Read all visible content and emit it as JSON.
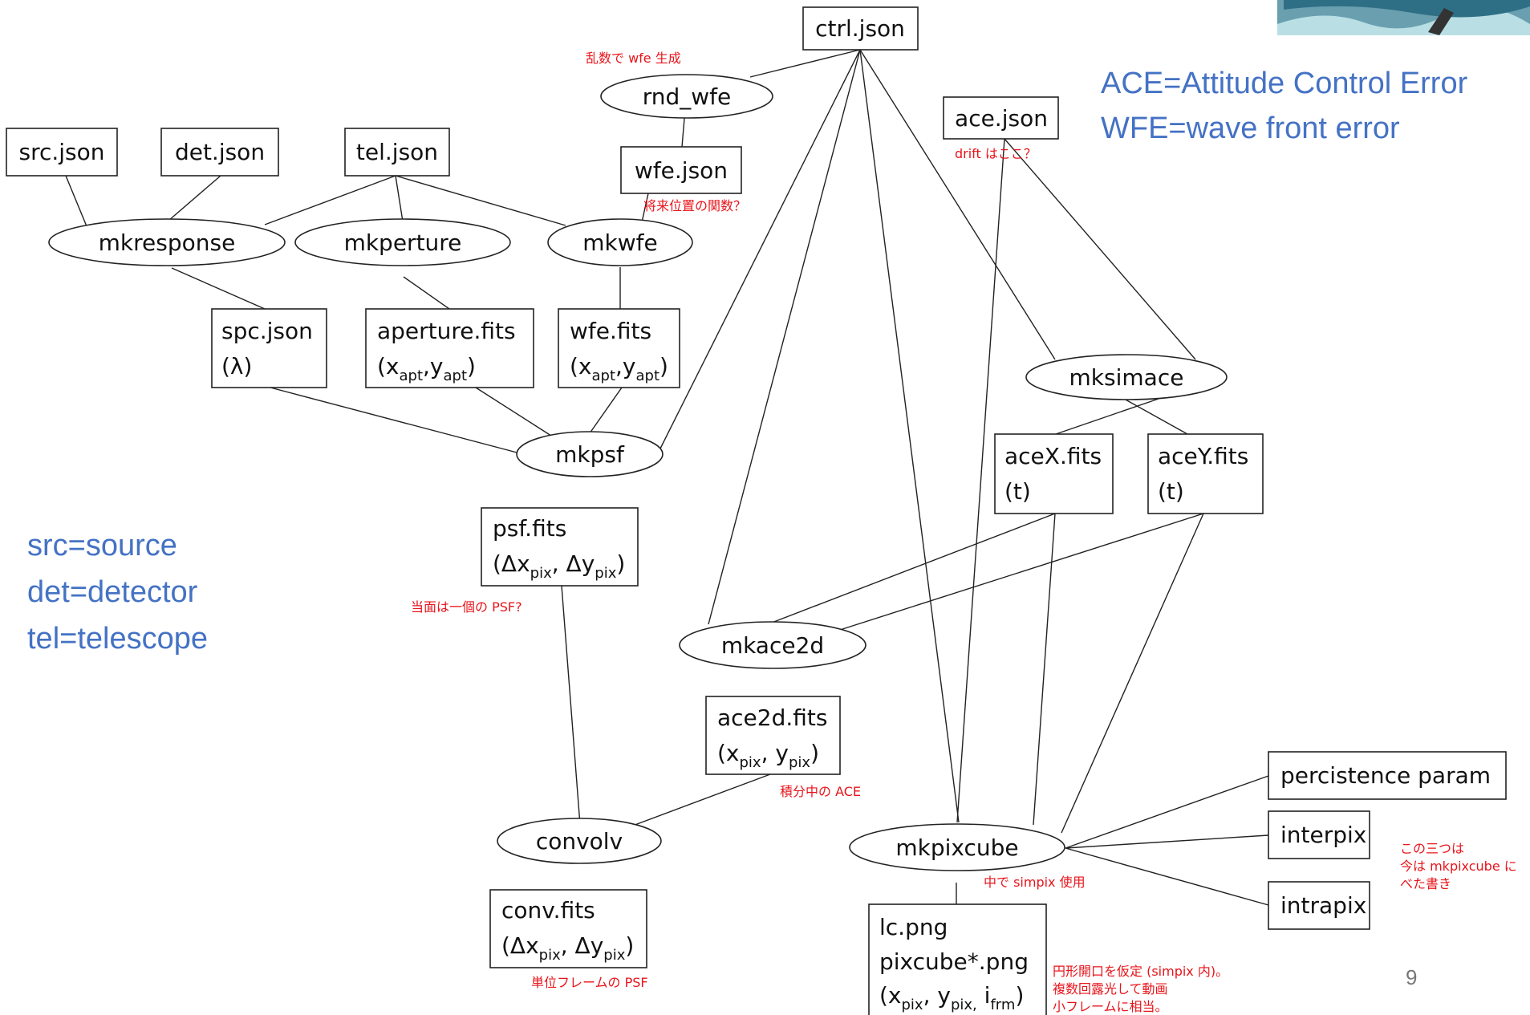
{
  "nodes": {
    "ctrl": {
      "label": "ctrl.json"
    },
    "rnd_wfe": {
      "label": "rnd_wfe"
    },
    "ace": {
      "label": "ace.json"
    },
    "src": {
      "label": "src.json"
    },
    "det": {
      "label": "det.json"
    },
    "tel": {
      "label": "tel.json"
    },
    "wfe_json": {
      "label": "wfe.json"
    },
    "mkresponse": {
      "label": "mkresponse"
    },
    "mkperture": {
      "label": "mkperture"
    },
    "mkwfe": {
      "label": "mkwfe"
    },
    "spc": {
      "line1": "spc.json",
      "line2": "(λ)"
    },
    "aperture": {
      "line1": "aperture.fits",
      "line2_base": "(x",
      "sub1": "apt",
      "sep": ",y",
      "sub2": "apt",
      "close": ")"
    },
    "wfe_fits": {
      "line1": "wfe.fits",
      "line2_base": "(x",
      "sub1": "apt",
      "sep": ",y",
      "sub2": "apt",
      "close": ")"
    },
    "mksimace": {
      "label": "mksimace"
    },
    "aceX": {
      "line1": "aceX.fits",
      "line2": "(t)"
    },
    "aceY": {
      "line1": "aceY.fits",
      "line2": "(t)"
    },
    "mkpsf": {
      "label": "mkpsf"
    },
    "psf": {
      "line1": "psf.fits",
      "line2_base": "(Δx",
      "sub1": "pix",
      "sep": ", Δy",
      "sub2": "pix",
      "close": ")"
    },
    "mkace2d": {
      "label": "mkace2d"
    },
    "ace2d": {
      "line1": "ace2d.fits",
      "line2_base": "(x",
      "sub1": "pix",
      "sep": ", y",
      "sub2": "pix",
      "close": ")"
    },
    "convolv": {
      "label": "convolv"
    },
    "mkpixcube": {
      "label": "mkpixcube"
    },
    "conv": {
      "line1": "conv.fits",
      "line2_base": "(Δx",
      "sub1": "pix",
      "sep": ", Δy",
      "sub2": "pix",
      "close": ")"
    },
    "lc": {
      "line1": "lc.png",
      "line2": "pixcube*.png",
      "line3_base": "(x",
      "sub1": "pix",
      "sep1": ", y",
      "sub2": "pix,",
      "sep2": " i",
      "sub3": "frm",
      "close": ")"
    },
    "persistence": {
      "label": "percistence param"
    },
    "interpix": {
      "label": "interpix"
    },
    "intrapix": {
      "label": "intrapix"
    }
  },
  "notes": {
    "rnd_wfe": "乱数で wfe 生成",
    "ace_drift": "drift はここ？",
    "wfe_future": "将来位置の関数？",
    "psf_single": "当面は一個の PSF?",
    "ace_integ": "積分中の ACE",
    "simpix_use": "中で simpix 使用",
    "unit_psf": "単位フレームの PSF",
    "three_line1": "この三つは",
    "three_line2": "今は mkpixcube に",
    "three_line3": "べた書き",
    "lc_line1": "円形開口を仮定 (simpix 内)。",
    "lc_line2": "複数回露光して動画",
    "lc_line3": "小フレームに相当。"
  },
  "legend": {
    "ace": "ACE=Attitude Control Error",
    "wfe": "WFE=wave front error",
    "src": "src=source",
    "det": "det=detector",
    "tel": "tel=telescope"
  },
  "page_number": "9",
  "colors": {
    "legend": "#4472c4",
    "note": "#e8141b",
    "line": "#222222"
  }
}
